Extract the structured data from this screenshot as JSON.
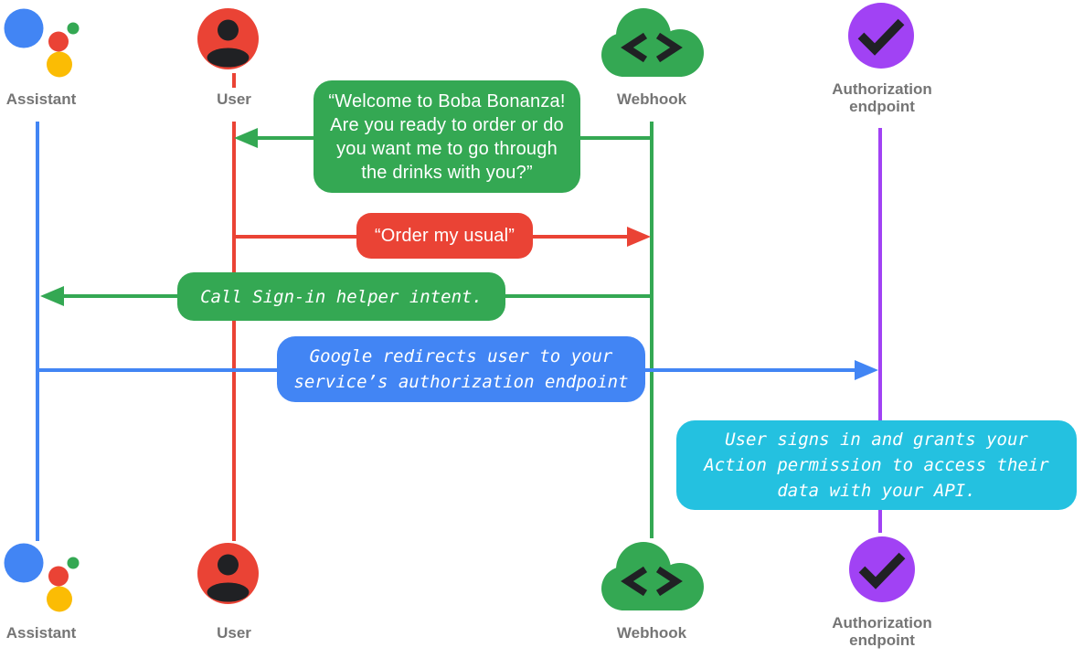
{
  "diagram": {
    "type": "sequence-diagram",
    "background": "#ffffff"
  },
  "actors": {
    "assistant": {
      "label": "Assistant",
      "icon": "google-assistant-icon",
      "color": "#4285F4"
    },
    "user": {
      "label": "User",
      "icon": "person-icon",
      "color": "#EA4335"
    },
    "webhook": {
      "label": "Webhook",
      "icon": "cloud-code-icon",
      "color": "#34A853"
    },
    "authorization": {
      "label": "Authorization endpoint",
      "icon": "check-circle-icon",
      "color": "#A142F4"
    }
  },
  "messages": {
    "welcome": {
      "from": "webhook",
      "to": "user",
      "color": "#34A853",
      "text": "“Welcome to Boba Bonanza!\nAre you ready to order or do\nyou want me to go through\nthe drinks with you?”"
    },
    "order": {
      "from": "user",
      "to": "webhook",
      "color": "#EA4335",
      "text": "“Order my usual”"
    },
    "signin": {
      "from": "webhook",
      "to": "assistant",
      "color": "#34A853",
      "text": "Call Sign-in helper intent."
    },
    "redirect": {
      "from": "assistant",
      "to": "authorization",
      "color": "#4285F4",
      "text": "Google redirects user to your\nservice’s authorization endpoint"
    },
    "grant": {
      "on": "authorization",
      "color": "#24C1E0",
      "text": "User signs in and grants your\nAction permission to access their\ndata with your API."
    }
  },
  "colors": {
    "blue": "#4285F4",
    "red": "#EA4335",
    "green": "#34A853",
    "yellow": "#FBBC04",
    "purple": "#A142F4",
    "cyan": "#24C1E0",
    "label_gray": "#757575",
    "glyph_dark": "#202124",
    "bubble_text": "#FFFFFF"
  }
}
